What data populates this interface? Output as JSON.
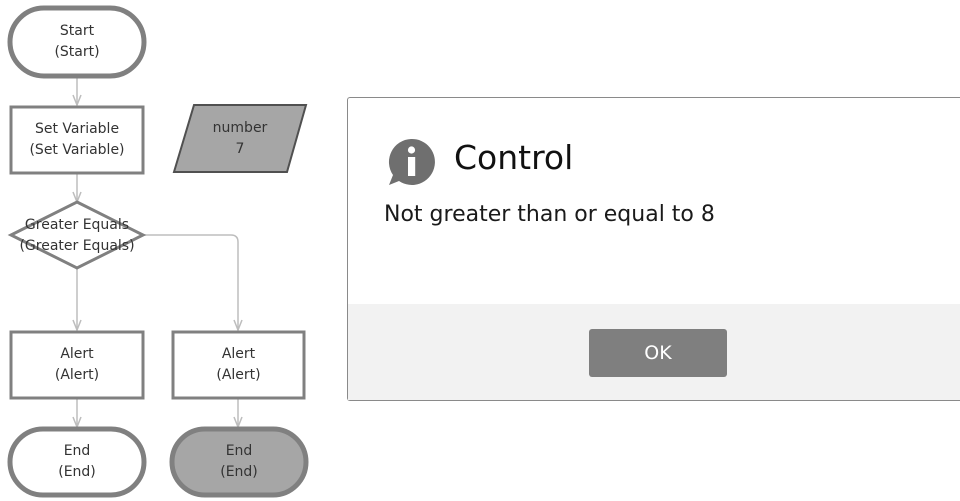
{
  "flowchart": {
    "start": {
      "line1": "Start",
      "line2": "(Start)"
    },
    "set_variable": {
      "line1": "Set Variable",
      "line2": "(Set Variable)"
    },
    "variable": {
      "name": "number",
      "value": "7"
    },
    "decision": {
      "line1": "Greater Equals",
      "line2": "(Greater Equals)"
    },
    "alert_left": {
      "line1": "Alert",
      "line2": "(Alert)"
    },
    "alert_right": {
      "line1": "Alert",
      "line2": "(Alert)"
    },
    "end_left": {
      "line1": "End",
      "line2": "(End)"
    },
    "end_right": {
      "line1": "End",
      "line2": "(End)"
    }
  },
  "dialog": {
    "icon": "info-icon",
    "title": "Control",
    "message": "Not greater than or equal to 8",
    "ok_label": "OK"
  },
  "colors": {
    "node_border": "#808080",
    "connector": "#bdbdbd",
    "active_fill": "#a6a6a6",
    "button": "#7f7f7f",
    "footer": "#f2f2f2"
  }
}
